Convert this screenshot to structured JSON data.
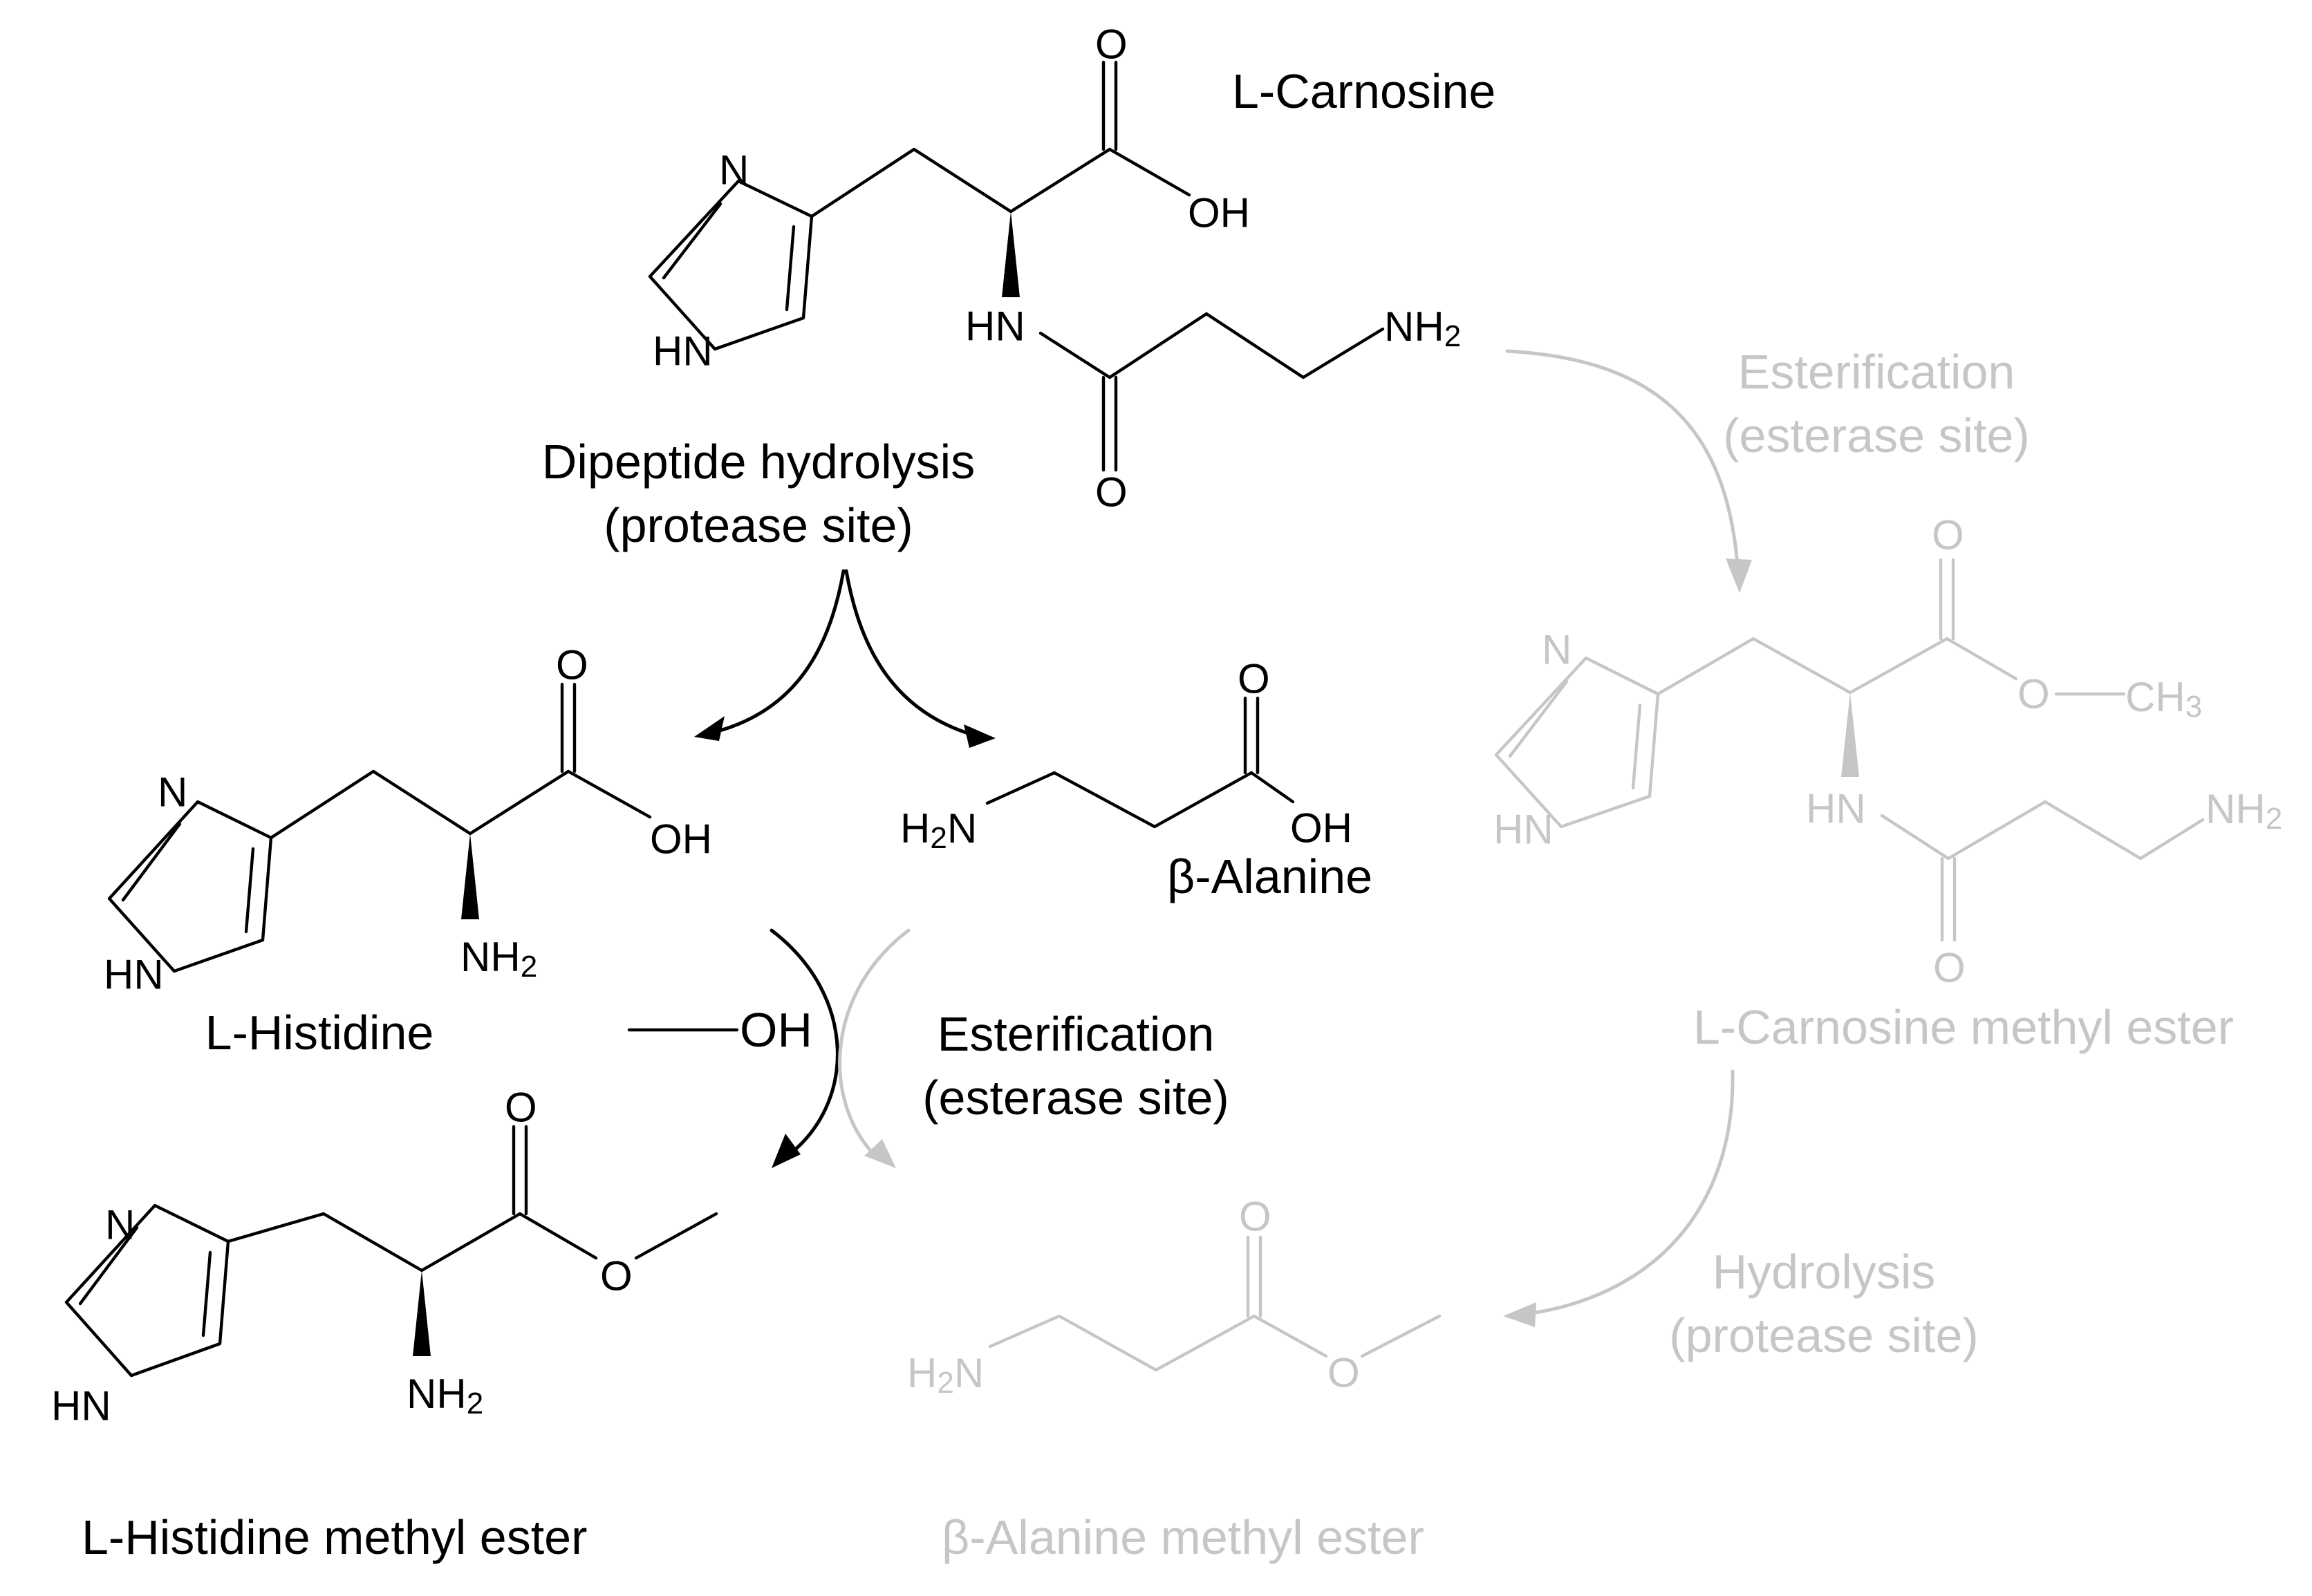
{
  "labels": {
    "carnosine": "L-Carnosine",
    "dipeptide_hydrolysis_line1": "Dipeptide hydrolysis",
    "dipeptide_hydrolysis_line2": "(protease site)",
    "histidine": "L-Histidine",
    "beta_alanine_name": "Alanine",
    "beta_symbol": "β-",
    "histidine_methyl_ester": "L-Histidine methyl ester",
    "beta_alanine_methyl_ester_name": "Alanine methyl ester",
    "esterification_center_line1": "Esterification",
    "esterification_center_line2": "(esterase site)",
    "esterification_right_line1": "Esterification",
    "esterification_right_line2": "(esterase site)",
    "carnosine_methyl_ester": "L-Carnosine methyl ester",
    "hydrolysis_right_line1": "Hydrolysis",
    "hydrolysis_right_line2": "(protease site)",
    "methanol_reagent": "OH"
  },
  "atoms": {
    "N": "N",
    "HN": "HN",
    "O": "O",
    "OH": "OH",
    "NH": "NH",
    "H": "H",
    "N_tail": "N",
    "sub2": "2",
    "sub3": "3",
    "C": "C",
    "H_CH3": "H",
    "NH_amide": "HN"
  },
  "colors": {
    "active": "#000000",
    "inactive": "#c6c6c6"
  }
}
